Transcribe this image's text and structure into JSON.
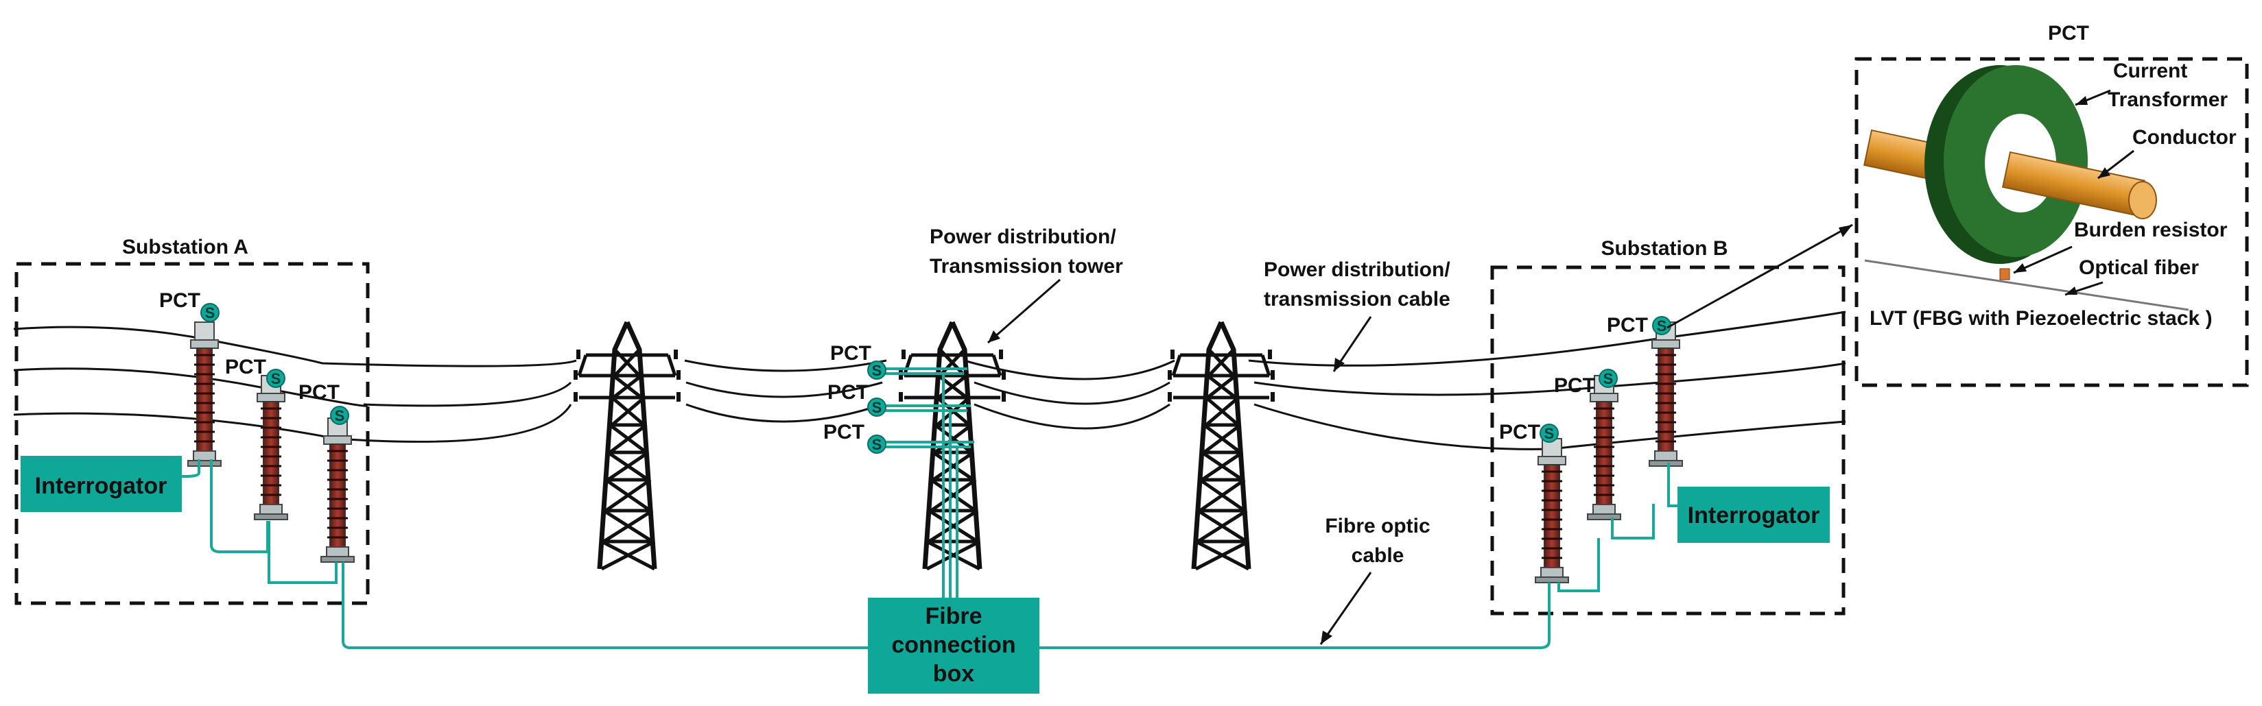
{
  "labels": {
    "substation_a": "Substation A",
    "substation_b": "Substation B",
    "pct": "PCT",
    "tower": [
      "Power distribution/",
      "Transmission  tower"
    ],
    "cable": [
      "Power distribution/",
      "transmission cable"
    ],
    "fibre_optic": [
      "Fibre optic",
      "cable"
    ],
    "inset_title": "PCT",
    "current_transformer": [
      "Current",
      "Transformer"
    ],
    "conductor": "Conductor",
    "burden_resistor": "Burden resistor",
    "optical_fiber": "Optical fiber",
    "lvt": "LVT (FBG with Piezoelectric stack )"
  },
  "boxes": {
    "interrogator_a": "Interrogator",
    "interrogator_b": "Interrogator",
    "fibre_box": [
      "Fibre",
      "connection",
      "box"
    ]
  },
  "colors": {
    "teal": "#0fa898",
    "ct_green": "#1f5a22",
    "conductor_orange": "#e0962a",
    "insulator_red": "#8a2a20"
  }
}
